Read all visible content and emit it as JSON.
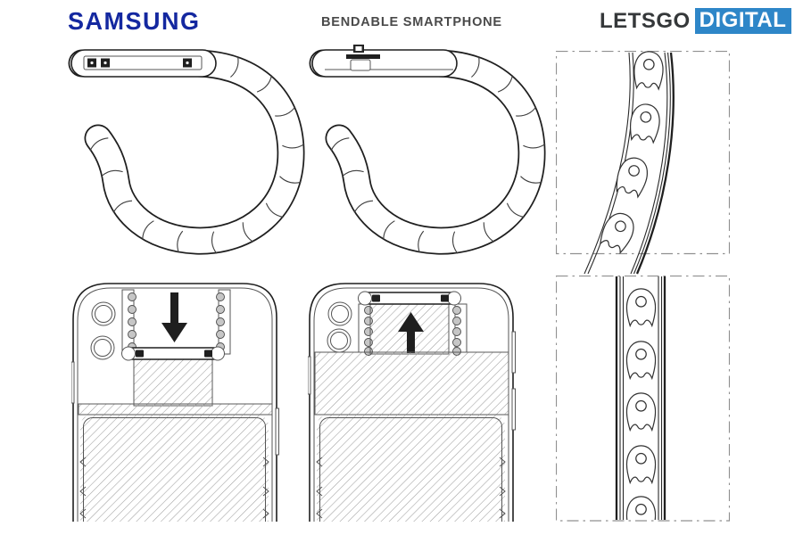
{
  "header": {
    "samsung_logo": "SAMSUNG",
    "title": "BENDABLE SMARTPHONE",
    "letsgo_text": "LETSGO",
    "digital_text": "DIGITAL"
  },
  "colors": {
    "samsung_blue": "#1428a0",
    "title_gray": "#4a4a4a",
    "letsgo_dark": "#35383a",
    "digital_blue": "#2e86c8",
    "line_dark": "#1f1f1f",
    "hatch_gray": "#9f9f9f",
    "dash_gray": "#909090",
    "background": "#ffffff"
  }
}
